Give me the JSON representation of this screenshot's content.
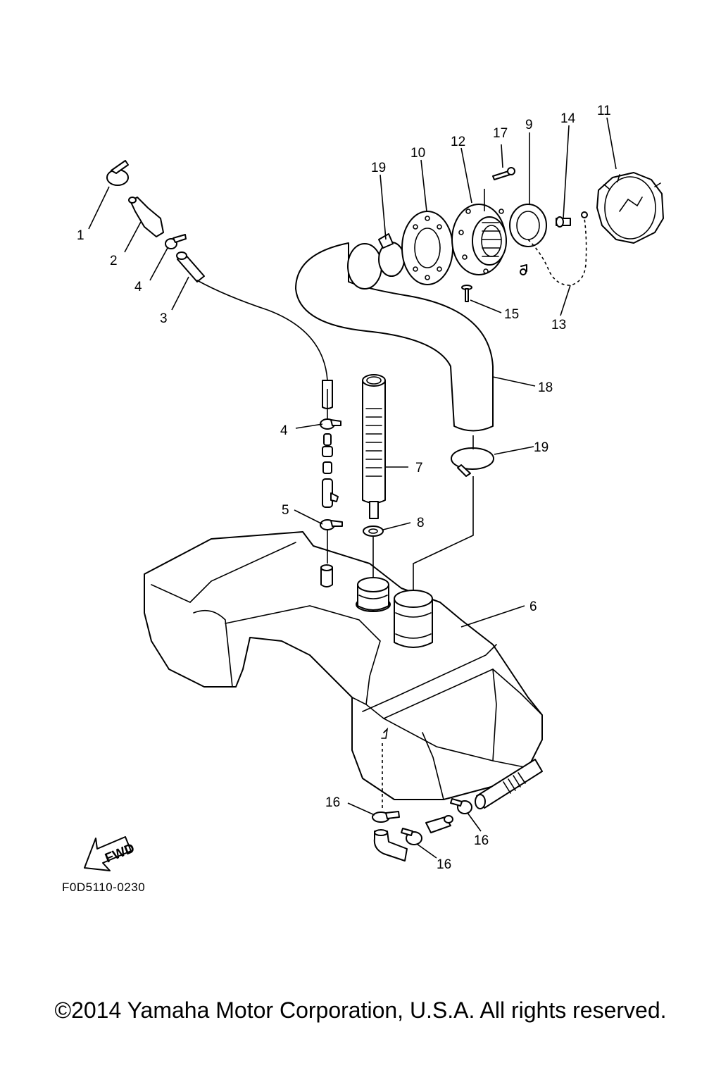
{
  "diagram": {
    "code": "F0D5110-0230",
    "fwd_label": "FWD",
    "callouts": [
      {
        "id": "c1",
        "text": "1"
      },
      {
        "id": "c2",
        "text": "2"
      },
      {
        "id": "c3",
        "text": "3"
      },
      {
        "id": "c4a",
        "text": "4"
      },
      {
        "id": "c4b",
        "text": "4"
      },
      {
        "id": "c5",
        "text": "5"
      },
      {
        "id": "c6",
        "text": "6"
      },
      {
        "id": "c7",
        "text": "7"
      },
      {
        "id": "c8",
        "text": "8"
      },
      {
        "id": "c9",
        "text": "9"
      },
      {
        "id": "c10",
        "text": "10"
      },
      {
        "id": "c11",
        "text": "11"
      },
      {
        "id": "c12",
        "text": "12"
      },
      {
        "id": "c13",
        "text": "13"
      },
      {
        "id": "c14",
        "text": "14"
      },
      {
        "id": "c15",
        "text": "15"
      },
      {
        "id": "c16a",
        "text": "16"
      },
      {
        "id": "c16b",
        "text": "16"
      },
      {
        "id": "c16c",
        "text": "16"
      },
      {
        "id": "c17",
        "text": "17"
      },
      {
        "id": "c18",
        "text": "18"
      },
      {
        "id": "c19a",
        "text": "19"
      },
      {
        "id": "c19b",
        "text": "19"
      }
    ]
  },
  "footer": {
    "copyright": "©2014 Yamaha Motor Corporation, U.S.A. All rights reserved."
  }
}
